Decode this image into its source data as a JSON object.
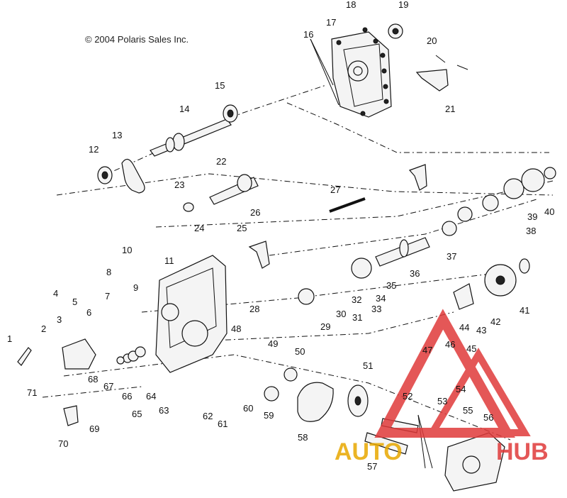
{
  "copyright": "© 2004 Polaris Sales Inc.",
  "watermark": {
    "text_left": "AUTO",
    "text_right": "HUB",
    "color": "#e03a3a",
    "accent": "#f0b000"
  },
  "callouts": [
    {
      "n": "1"
    },
    {
      "n": "2"
    },
    {
      "n": "3"
    },
    {
      "n": "4"
    },
    {
      "n": "5"
    },
    {
      "n": "6"
    },
    {
      "n": "7"
    },
    {
      "n": "8"
    },
    {
      "n": "9"
    },
    {
      "n": "10"
    },
    {
      "n": "11"
    },
    {
      "n": "12"
    },
    {
      "n": "13"
    },
    {
      "n": "14"
    },
    {
      "n": "15"
    },
    {
      "n": "16"
    },
    {
      "n": "17"
    },
    {
      "n": "18"
    },
    {
      "n": "19"
    },
    {
      "n": "20"
    },
    {
      "n": "21"
    },
    {
      "n": "22"
    },
    {
      "n": "23"
    },
    {
      "n": "24"
    },
    {
      "n": "25"
    },
    {
      "n": "26"
    },
    {
      "n": "27"
    },
    {
      "n": "28"
    },
    {
      "n": "29"
    },
    {
      "n": "30"
    },
    {
      "n": "31"
    },
    {
      "n": "32"
    },
    {
      "n": "33"
    },
    {
      "n": "34"
    },
    {
      "n": "35"
    },
    {
      "n": "36"
    },
    {
      "n": "37"
    },
    {
      "n": "38"
    },
    {
      "n": "39"
    },
    {
      "n": "40"
    },
    {
      "n": "41"
    },
    {
      "n": "42"
    },
    {
      "n": "43"
    },
    {
      "n": "44"
    },
    {
      "n": "45"
    },
    {
      "n": "46"
    },
    {
      "n": "47"
    },
    {
      "n": "48"
    },
    {
      "n": "49"
    },
    {
      "n": "50"
    },
    {
      "n": "51"
    },
    {
      "n": "52"
    },
    {
      "n": "53"
    },
    {
      "n": "54"
    },
    {
      "n": "55"
    },
    {
      "n": "56"
    },
    {
      "n": "57"
    },
    {
      "n": "58"
    },
    {
      "n": "59"
    },
    {
      "n": "60"
    },
    {
      "n": "61"
    },
    {
      "n": "62"
    },
    {
      "n": "63"
    },
    {
      "n": "64"
    },
    {
      "n": "65"
    },
    {
      "n": "66"
    },
    {
      "n": "67"
    },
    {
      "n": "68"
    },
    {
      "n": "69"
    },
    {
      "n": "70"
    },
    {
      "n": "71"
    }
  ]
}
